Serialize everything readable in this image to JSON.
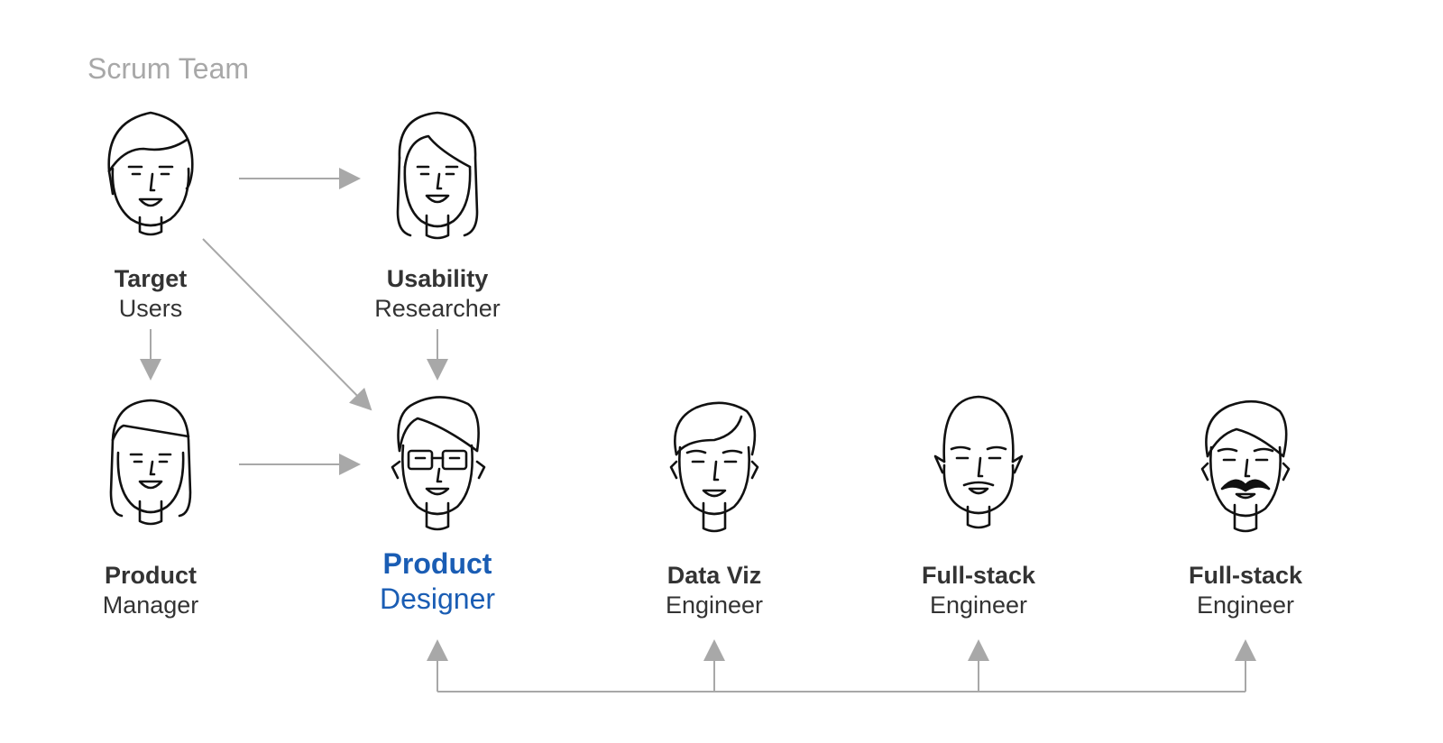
{
  "diagram": {
    "title": "Scrum Team",
    "colors": {
      "arrow": "#a8a8a8",
      "text": "#333333",
      "highlight": "#1a5db4",
      "title": "#a8a8a8",
      "stroke": "#111111"
    },
    "members": {
      "target_users": {
        "role": "Target",
        "sub": "Users",
        "icon": "woman-short-hair-icon"
      },
      "usability_researcher": {
        "role": "Usability",
        "sub": "Researcher",
        "icon": "woman-long-hair-icon"
      },
      "product_manager": {
        "role": "Product",
        "sub": "Manager",
        "icon": "woman-bangs-icon"
      },
      "product_designer": {
        "role": "Product",
        "sub": "Designer",
        "icon": "man-glasses-icon"
      },
      "data_viz_engineer": {
        "role": "Data Viz",
        "sub": "Engineer",
        "icon": "man-swept-hair-icon"
      },
      "fullstack_engineer_1": {
        "role": "Full-stack",
        "sub": "Engineer",
        "icon": "bald-bearded-man-icon"
      },
      "fullstack_engineer_2": {
        "role": "Full-stack",
        "sub": "Engineer",
        "icon": "mustached-man-icon"
      }
    },
    "connections": [
      {
        "from": "Target Users",
        "to": "Usability Researcher"
      },
      {
        "from": "Target Users",
        "to": "Product Manager"
      },
      {
        "from": "Target Users",
        "to": "Product Designer"
      },
      {
        "from": "Usability Researcher",
        "to": "Product Designer"
      },
      {
        "from": "Product Manager",
        "to": "Product Designer"
      },
      {
        "from": "Engineers",
        "to": "Product Designer"
      },
      {
        "from": "Engineers",
        "to": "Data Viz Engineer"
      },
      {
        "from": "Engineers",
        "to": "Full-stack Engineer"
      },
      {
        "from": "Engineers",
        "to": "Full-stack Engineer"
      }
    ]
  }
}
